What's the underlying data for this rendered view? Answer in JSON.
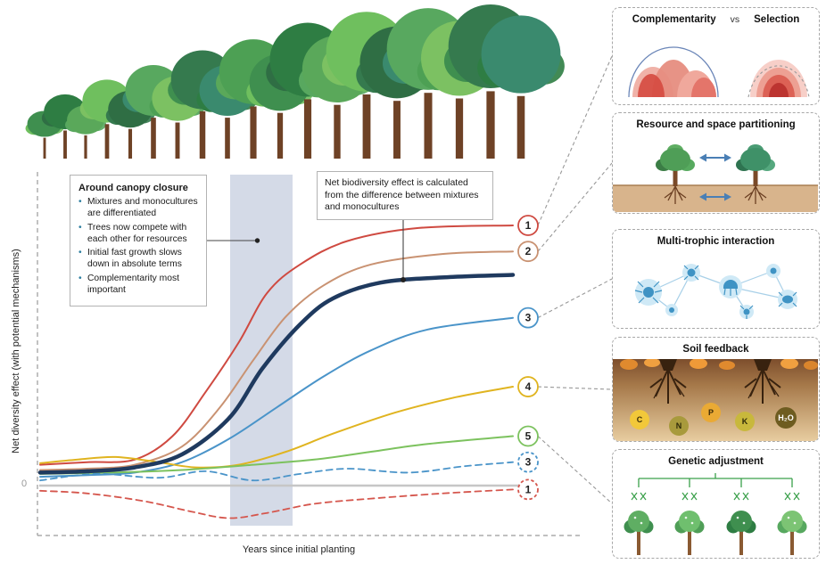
{
  "axes": {
    "y_label": "Net diversity effect (with potential mechanisms)",
    "x_label": "Years since initial planting",
    "zero_label": "0"
  },
  "annotations": {
    "canopy_box": {
      "title": "Around canopy closure",
      "bullets": [
        "Mixtures and monocultures are differentiated",
        "Trees now compete with each other for resources",
        "Initial fast growth slows down in absolute terms",
        "Complementarity most important"
      ]
    },
    "net_effect_box": "Net biodiversity effect is calculated from the difference between mixtures and monocultures"
  },
  "panels": [
    {
      "title_left": "Complementarity",
      "title_mid": "vs",
      "title_right": "Selection"
    },
    {
      "title": "Resource and space partitioning"
    },
    {
      "title": "Multi-trophic interaction"
    },
    {
      "title": "Soil feedback",
      "nutrients": [
        "C",
        "N",
        "P",
        "K",
        "H₂O"
      ]
    },
    {
      "title": "Genetic adjustment"
    }
  ],
  "chart_data": {
    "type": "line",
    "title": "Net diversity effect vs years since initial planting (qualitative)",
    "xlabel": "Years since initial planting",
    "ylabel": "Net diversity effect",
    "x_range": [
      0,
      100
    ],
    "y_range": [
      -0.15,
      1.05
    ],
    "zero_line": true,
    "canopy_band_x": [
      40,
      53
    ],
    "series": [
      {
        "name": "curve-1-solid",
        "marker": "1",
        "dashed": false,
        "color": "#cf4a41",
        "width": 2,
        "panel_link": 0,
        "x": [
          0,
          10,
          20,
          28,
          35,
          42,
          48,
          55,
          65,
          80,
          100
        ],
        "y": [
          0.08,
          0.09,
          0.1,
          0.19,
          0.36,
          0.55,
          0.74,
          0.85,
          0.94,
          0.99,
          1.0
        ]
      },
      {
        "name": "curve-2-solid",
        "marker": "2",
        "dashed": false,
        "color": "#c99272",
        "width": 2,
        "panel_link": 1,
        "x": [
          0,
          10,
          20,
          30,
          38,
          45,
          52,
          60,
          70,
          85,
          100
        ],
        "y": [
          0.06,
          0.065,
          0.08,
          0.15,
          0.3,
          0.48,
          0.65,
          0.77,
          0.85,
          0.89,
          0.9
        ]
      },
      {
        "name": "curve-3-solid",
        "marker": "3",
        "dashed": false,
        "color": "#4a94c9",
        "width": 2,
        "panel_link": 2,
        "x": [
          0,
          10,
          20,
          30,
          40,
          50,
          60,
          70,
          82,
          100
        ],
        "y": [
          0.034,
          0.04,
          0.05,
          0.09,
          0.18,
          0.3,
          0.42,
          0.52,
          0.6,
          0.645
        ]
      },
      {
        "name": "curve-4-solid",
        "marker": "4",
        "dashed": false,
        "color": "#e0b420",
        "width": 2,
        "panel_link": 3,
        "x": [
          0,
          8,
          16,
          25,
          33,
          42,
          52,
          62,
          75,
          88,
          100
        ],
        "y": [
          0.086,
          0.1,
          0.11,
          0.09,
          0.07,
          0.08,
          0.13,
          0.2,
          0.28,
          0.34,
          0.38
        ]
      },
      {
        "name": "curve-5-solid",
        "marker": "5",
        "dashed": false,
        "color": "#7cc25e",
        "width": 2,
        "panel_link": 4,
        "x": [
          0,
          15,
          30,
          45,
          58,
          70,
          82,
          100
        ],
        "y": [
          0.045,
          0.05,
          0.06,
          0.08,
          0.1,
          0.13,
          0.16,
          0.19
        ]
      },
      {
        "name": "curve-3-dashed",
        "marker": "3",
        "dashed": true,
        "color": "#4a94c9",
        "width": 1.8,
        "panel_link": null,
        "x": [
          0,
          12,
          25,
          35,
          45,
          55,
          65,
          78,
          90,
          100
        ],
        "y": [
          0.02,
          0.045,
          0.03,
          0.055,
          0.02,
          0.045,
          0.065,
          0.05,
          0.075,
          0.09
        ]
      },
      {
        "name": "curve-1-dashed",
        "marker": "1",
        "dashed": true,
        "color": "#d5564d",
        "width": 1.8,
        "panel_link": null,
        "x": [
          0,
          10,
          22,
          32,
          40,
          48,
          58,
          70,
          85,
          100
        ],
        "y": [
          -0.02,
          -0.03,
          -0.06,
          -0.1,
          -0.125,
          -0.105,
          -0.07,
          -0.05,
          -0.03,
          -0.015
        ]
      },
      {
        "name": "net-biodiversity-effect",
        "marker": null,
        "dashed": false,
        "color": "#1f3a5f",
        "width": 4.5,
        "panel_link": null,
        "x": [
          0,
          10,
          20,
          30,
          40,
          47,
          55,
          62,
          72,
          85,
          100
        ],
        "y": [
          0.05,
          0.055,
          0.07,
          0.12,
          0.26,
          0.45,
          0.62,
          0.72,
          0.78,
          0.8,
          0.81
        ]
      }
    ]
  }
}
